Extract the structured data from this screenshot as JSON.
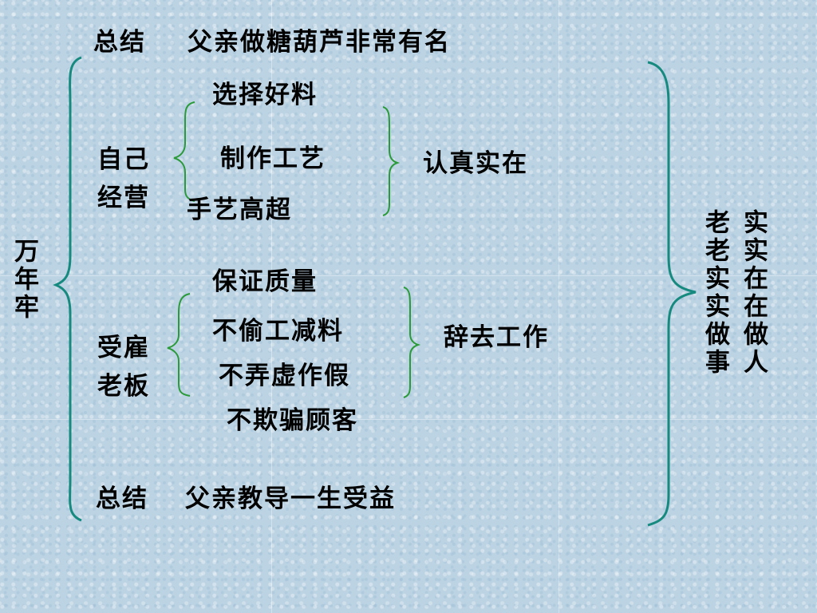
{
  "summary_top": {
    "label": "总结",
    "text": "父亲做糖葫芦非常有名"
  },
  "left_vertical": "万年牢",
  "group_self": {
    "label_line1": "自己",
    "label_line2": "经营",
    "items": [
      "选择好料",
      "制作工艺",
      "手艺高超"
    ],
    "result": "认真实在"
  },
  "group_employed": {
    "label_line1": "受雇",
    "label_line2": "老板",
    "items": [
      "保证质量",
      "不偷工减料",
      "不弄虚作假",
      "不欺骗顾客"
    ],
    "result": "辞去工作"
  },
  "summary_bottom": {
    "label": "总结",
    "text": "父亲教导一生受益"
  },
  "right_vertical": {
    "col1": "实实在在做人",
    "col2": "老老实实做事"
  },
  "colors": {
    "outer_brace": "#178a80",
    "inner_brace": "#2a9a3a",
    "background": "#cfe2ef"
  }
}
